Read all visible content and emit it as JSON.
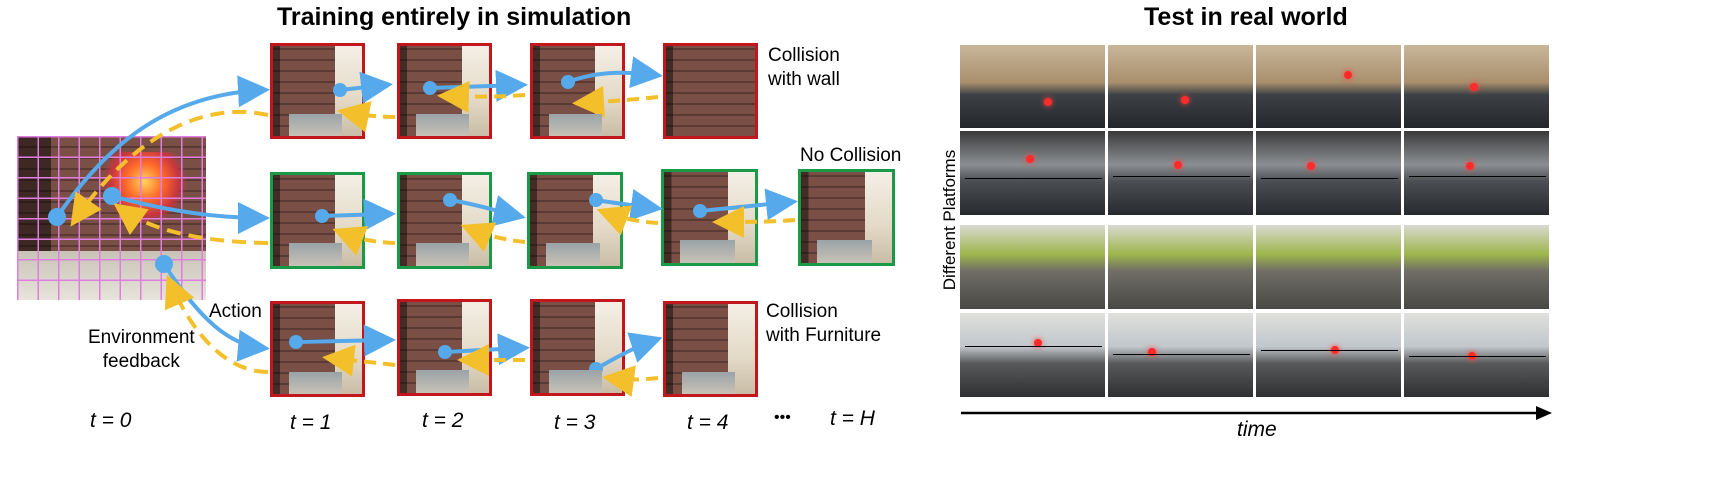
{
  "titles": {
    "left": "Training entirely in simulation",
    "right": "Test in real world"
  },
  "labels": {
    "collision_wall_line1": "Collision",
    "collision_wall_line2": "with wall",
    "no_collision": "No Collision",
    "collision_furniture_line1": "Collision",
    "collision_furniture_line2": "with Furniture",
    "action": "Action",
    "env_feedback_line1": "Environment",
    "env_feedback_line2": "feedback",
    "different_platforms": "Different Platforms",
    "time": "time",
    "ellipsis": "•••"
  },
  "time_steps": [
    "t = 0",
    "t = 1",
    "t = 2",
    "t = 3",
    "t = 4",
    "t = H"
  ],
  "colors": {
    "collision_border": "#c0161c",
    "safe_border": "#1a9a47",
    "action_arrow": "#56a9ea",
    "feedback_arrow": "#f3bf2a",
    "grid": "#e07de0"
  }
}
